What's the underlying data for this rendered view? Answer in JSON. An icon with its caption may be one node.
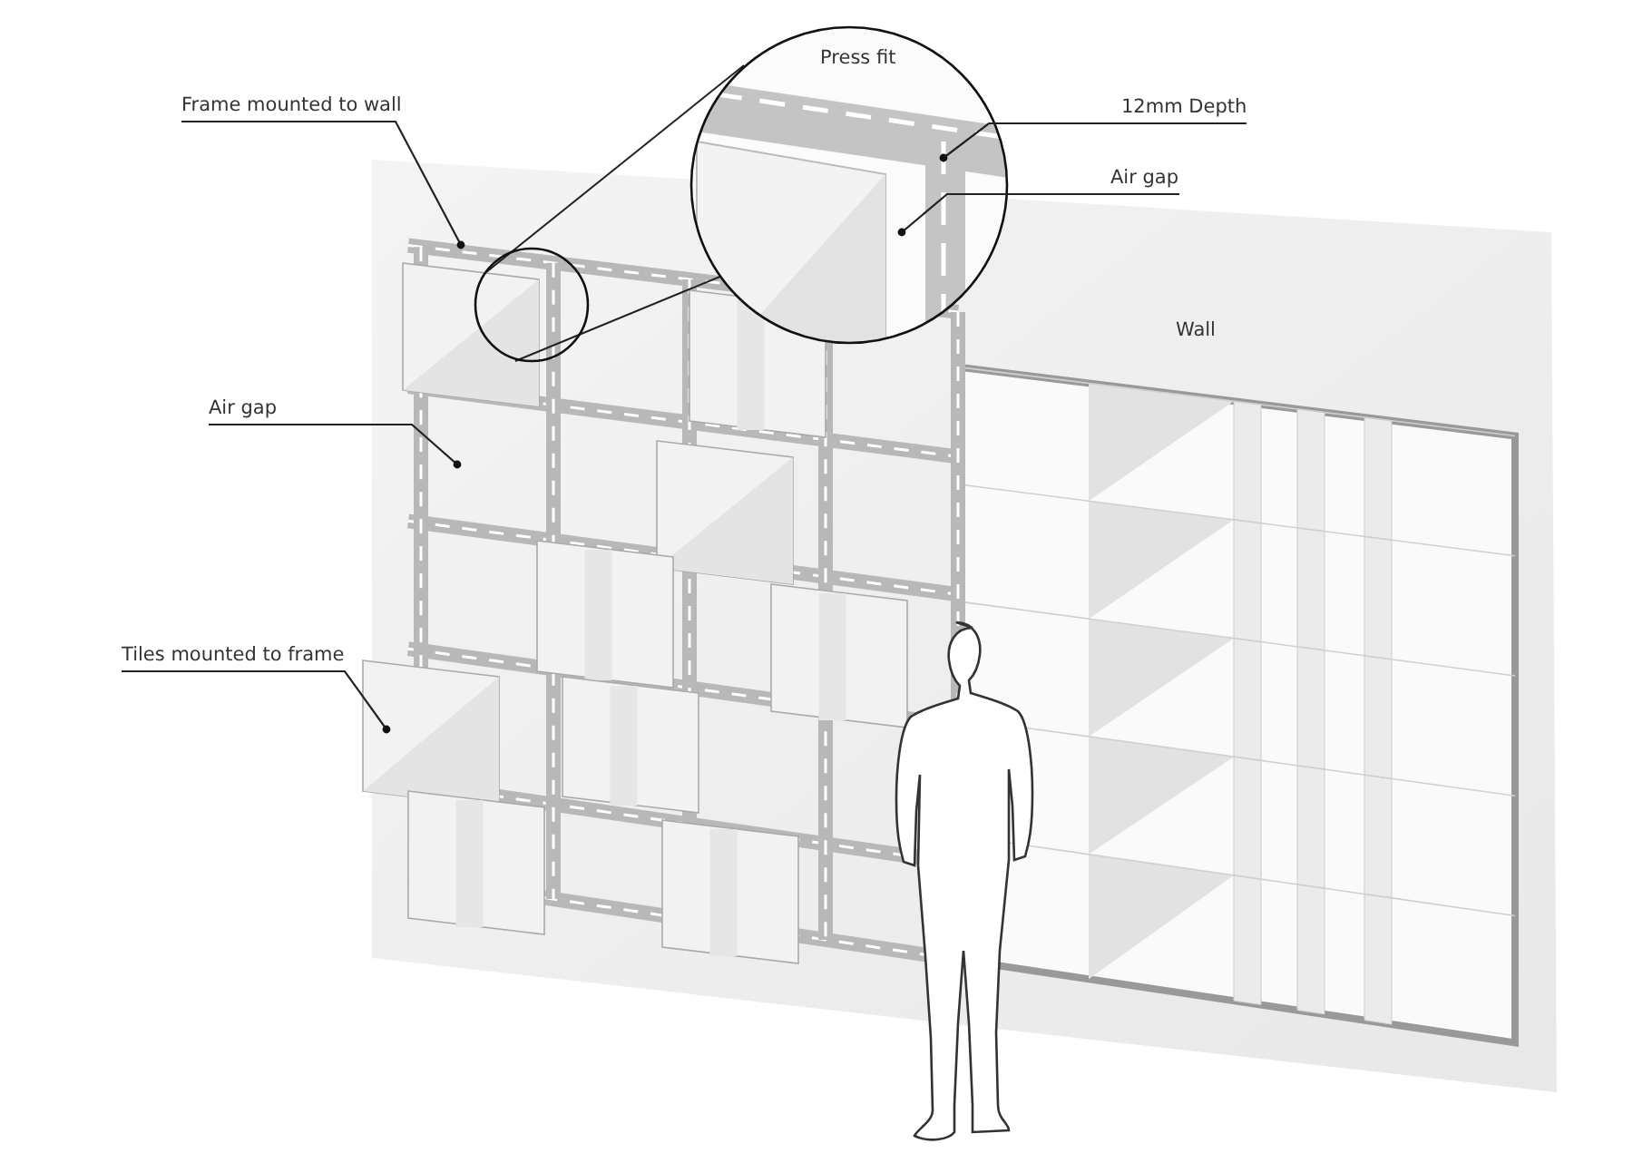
{
  "diagram": {
    "nodes": [
      {
        "text": [
          "Frame mounted to wall"
        ]
      },
      {
        "text": [
          "12mm Depth"
        ]
      },
      {
        "text": [
          "Air gap"
        ]
      },
      {
        "text": [
          "Air gap"
        ]
      },
      {
        "text": [
          "Tiles mounted to frame"
        ]
      }
    ],
    "edges": [
      {
        "from": 0,
        "to": null,
        "arrow": "other"
      },
      {
        "from": 1,
        "to": null,
        "arrow": "other"
      },
      {
        "from": 2,
        "to": null,
        "arrow": "other"
      },
      {
        "from": 3,
        "to": null,
        "arrow": "other"
      },
      {
        "from": 4,
        "to": null,
        "arrow": "other"
      }
    ],
    "labels": [
      "Press fit",
      "Wall"
    ]
  }
}
